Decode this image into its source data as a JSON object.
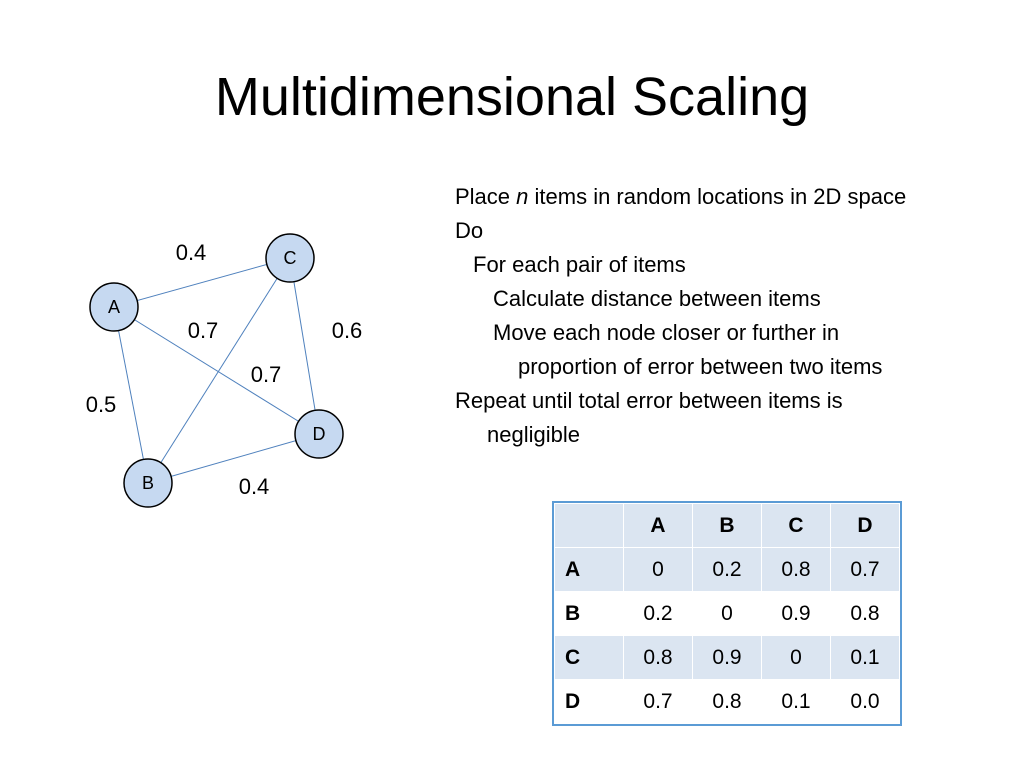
{
  "title": "Multidimensional Scaling",
  "graph": {
    "nodes": [
      {
        "id": "A",
        "label": "A"
      },
      {
        "id": "B",
        "label": "B"
      },
      {
        "id": "C",
        "label": "C"
      },
      {
        "id": "D",
        "label": "D"
      }
    ],
    "edges": [
      {
        "from": "A",
        "to": "C",
        "weight": "0.4"
      },
      {
        "from": "A",
        "to": "D",
        "weight": "0.7"
      },
      {
        "from": "C",
        "to": "D",
        "weight": "0.6"
      },
      {
        "from": "C",
        "to": "B",
        "weight": "0.7"
      },
      {
        "from": "A",
        "to": "B",
        "weight": "0.5"
      },
      {
        "from": "B",
        "to": "D",
        "weight": "0.4"
      }
    ],
    "node_fill": "#c6d9f1",
    "edge_color": "#4f81bd"
  },
  "algorithm": {
    "l1_pre": "Place ",
    "l1_var": "n",
    "l1_post": " items in random locations in 2D space",
    "l2": "Do",
    "l3": "For each pair of items",
    "l4": "Calculate distance between items",
    "l5": "Move each node closer or further in",
    "l6": "proportion of error between two items",
    "l7": "Repeat until total error between items is",
    "l8": "negligible"
  },
  "table": {
    "columns": [
      "A",
      "B",
      "C",
      "D"
    ],
    "rows": [
      {
        "label": "A",
        "values": [
          "0",
          "0.2",
          "0.8",
          "0.7"
        ]
      },
      {
        "label": "B",
        "values": [
          "0.2",
          "0",
          "0.9",
          "0.8"
        ]
      },
      {
        "label": "C",
        "values": [
          "0.8",
          "0.9",
          "0",
          "0.1"
        ]
      },
      {
        "label": "D",
        "values": [
          "0.7",
          "0.8",
          "0.1",
          "0.0"
        ]
      }
    ]
  }
}
